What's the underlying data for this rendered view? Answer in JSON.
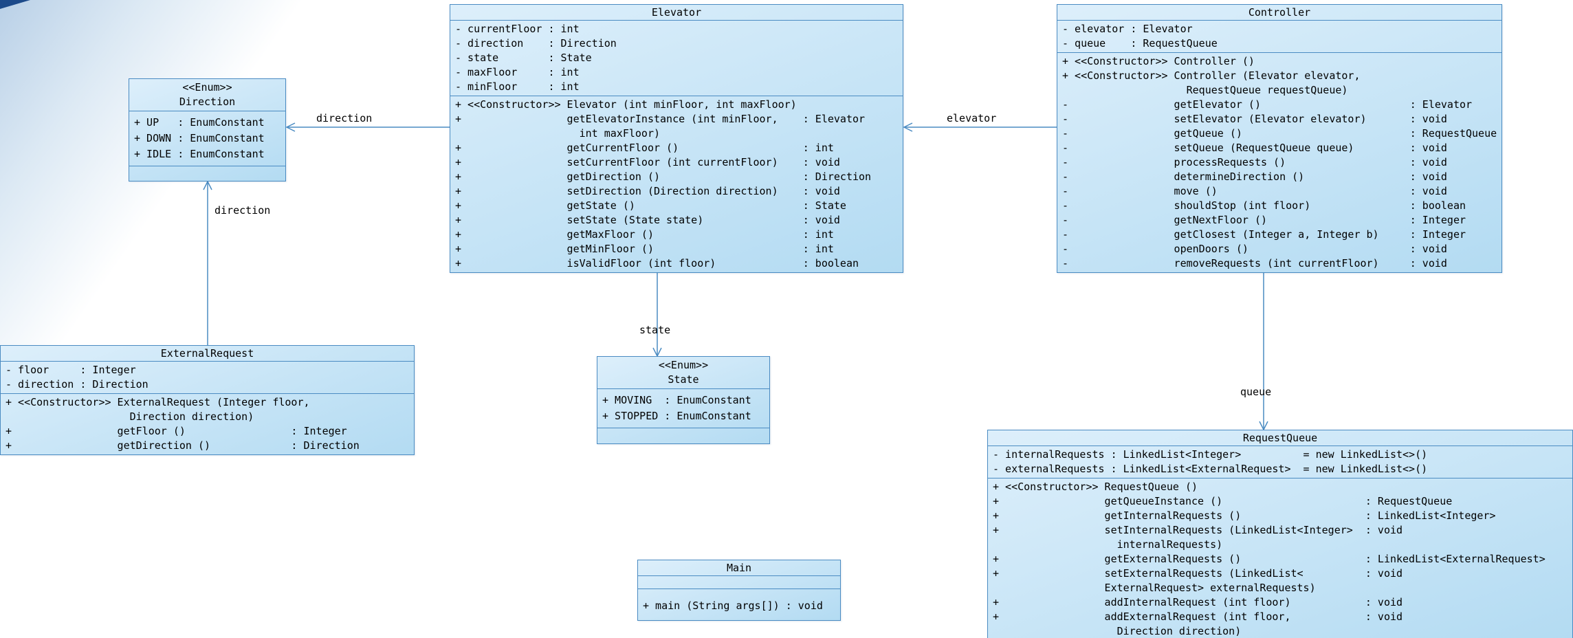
{
  "diagram": {
    "colors": {
      "box_border": "#4a8bc2",
      "box_fill_top": "#ddeffb",
      "box_fill_bottom": "#b3dbf2",
      "edge": "#4a8bc2",
      "text": "#000000",
      "background_wash": "#b9d0e7",
      "corner_artifact": "#1c4a8a"
    }
  },
  "classes": [
    {
      "id": "elevator",
      "stereotype": "",
      "title": "Elevator",
      "attributes": [
        "- currentFloor : int",
        "- direction    : Direction",
        "- state        : State",
        "- maxFloor     : int",
        "- minFloor     : int"
      ],
      "methods": [
        "+ <<Constructor>> Elevator (int minFloor, int maxFloor)",
        "+                 getElevatorInstance (int minFloor,    : Elevator",
        "                    int maxFloor)",
        "+                 getCurrentFloor ()                    : int",
        "+                 setCurrentFloor (int currentFloor)    : void",
        "+                 getDirection ()                       : Direction",
        "+                 setDirection (Direction direction)    : void",
        "+                 getState ()                           : State",
        "+                 setState (State state)                : void",
        "+                 getMaxFloor ()                        : int",
        "+                 getMinFloor ()                        : int",
        "+                 isValidFloor (int floor)              : boolean"
      ]
    },
    {
      "id": "controller",
      "stereotype": "",
      "title": "Controller",
      "attributes": [
        "- elevator : Elevator",
        "- queue    : RequestQueue"
      ],
      "methods": [
        "+ <<Constructor>> Controller ()",
        "+ <<Constructor>> Controller (Elevator elevator,",
        "                    RequestQueue requestQueue)",
        "-                 getElevator ()                        : Elevator",
        "-                 setElevator (Elevator elevator)       : void",
        "-                 getQueue ()                           : RequestQueue",
        "-                 setQueue (RequestQueue queue)         : void",
        "-                 processRequests ()                    : void",
        "-                 determineDirection ()                 : void",
        "-                 move ()                               : void",
        "-                 shouldStop (int floor)                : boolean",
        "-                 getNextFloor ()                       : Integer",
        "-                 getClosest (Integer a, Integer b)     : Integer",
        "-                 openDoors ()                          : void",
        "-                 removeRequests (int currentFloor)     : void"
      ]
    },
    {
      "id": "direction-enum",
      "stereotype": "<<Enum>>",
      "title": "Direction",
      "attributes": [
        "+ UP   : EnumConstant",
        "+ DOWN : EnumConstant",
        "+ IDLE : EnumConstant"
      ],
      "methods": []
    },
    {
      "id": "external-request",
      "stereotype": "",
      "title": "ExternalRequest",
      "attributes": [
        "- floor     : Integer",
        "- direction : Direction"
      ],
      "methods": [
        "+ <<Constructor>> ExternalRequest (Integer floor,",
        "                    Direction direction)",
        "+                 getFloor ()                 : Integer",
        "+                 getDirection ()             : Direction"
      ]
    },
    {
      "id": "state-enum",
      "stereotype": "<<Enum>>",
      "title": "State",
      "attributes": [
        "+ MOVING  : EnumConstant",
        "+ STOPPED : EnumConstant"
      ],
      "methods": []
    },
    {
      "id": "main",
      "stereotype": "",
      "title": "Main",
      "attributes": [],
      "methods": [
        "+ main (String args[]) : void"
      ]
    },
    {
      "id": "request-queue",
      "stereotype": "",
      "title": "RequestQueue",
      "attributes": [
        "- internalRequests : LinkedList<Integer>          = new LinkedList<>()",
        "- externalRequests : LinkedList<ExternalRequest>  = new LinkedList<>()"
      ],
      "methods": [
        "+ <<Constructor>> RequestQueue ()",
        "+                 getQueueInstance ()                       : RequestQueue",
        "+                 getInternalRequests ()                    : LinkedList<Integer>",
        "+                 setInternalRequests (LinkedList<Integer>  : void",
        "                    internalRequests)",
        "+                 getExternalRequests ()                    : LinkedList<ExternalRequest>",
        "+                 setExternalRequests (LinkedList<          : void",
        "                  ExternalRequest> externalRequests)",
        "+                 addInternalRequest (int floor)            : void",
        "+                 addExternalRequest (int floor,            : void",
        "                    Direction direction)"
      ]
    }
  ],
  "edges": [
    {
      "id": "elevator-to-direction",
      "label": "direction"
    },
    {
      "id": "externalrequest-to-direction",
      "label": "direction"
    },
    {
      "id": "controller-to-elevator",
      "label": "elevator"
    },
    {
      "id": "elevator-to-state",
      "label": "state"
    },
    {
      "id": "controller-to-requestqueue",
      "label": "queue"
    }
  ]
}
